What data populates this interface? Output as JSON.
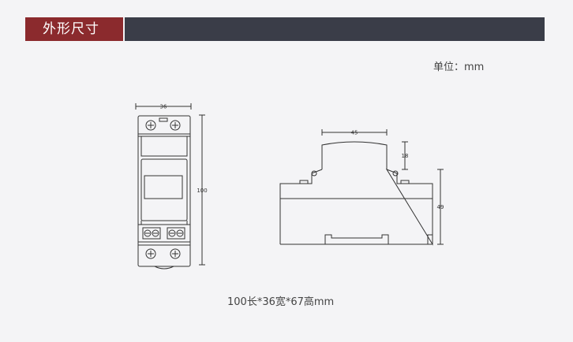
{
  "section": {
    "title": "外形尺寸"
  },
  "unit_label": "单位：mm",
  "dimensions": {
    "front_width": "36",
    "front_height": "100",
    "side_top_width": "45",
    "side_step_height": "18",
    "side_body_height": "49"
  },
  "caption": "100长*36宽*67高mm",
  "colors": {
    "header_bar": "#3a3d48",
    "header_tab": "#8b2a2d",
    "line": "#333333"
  }
}
